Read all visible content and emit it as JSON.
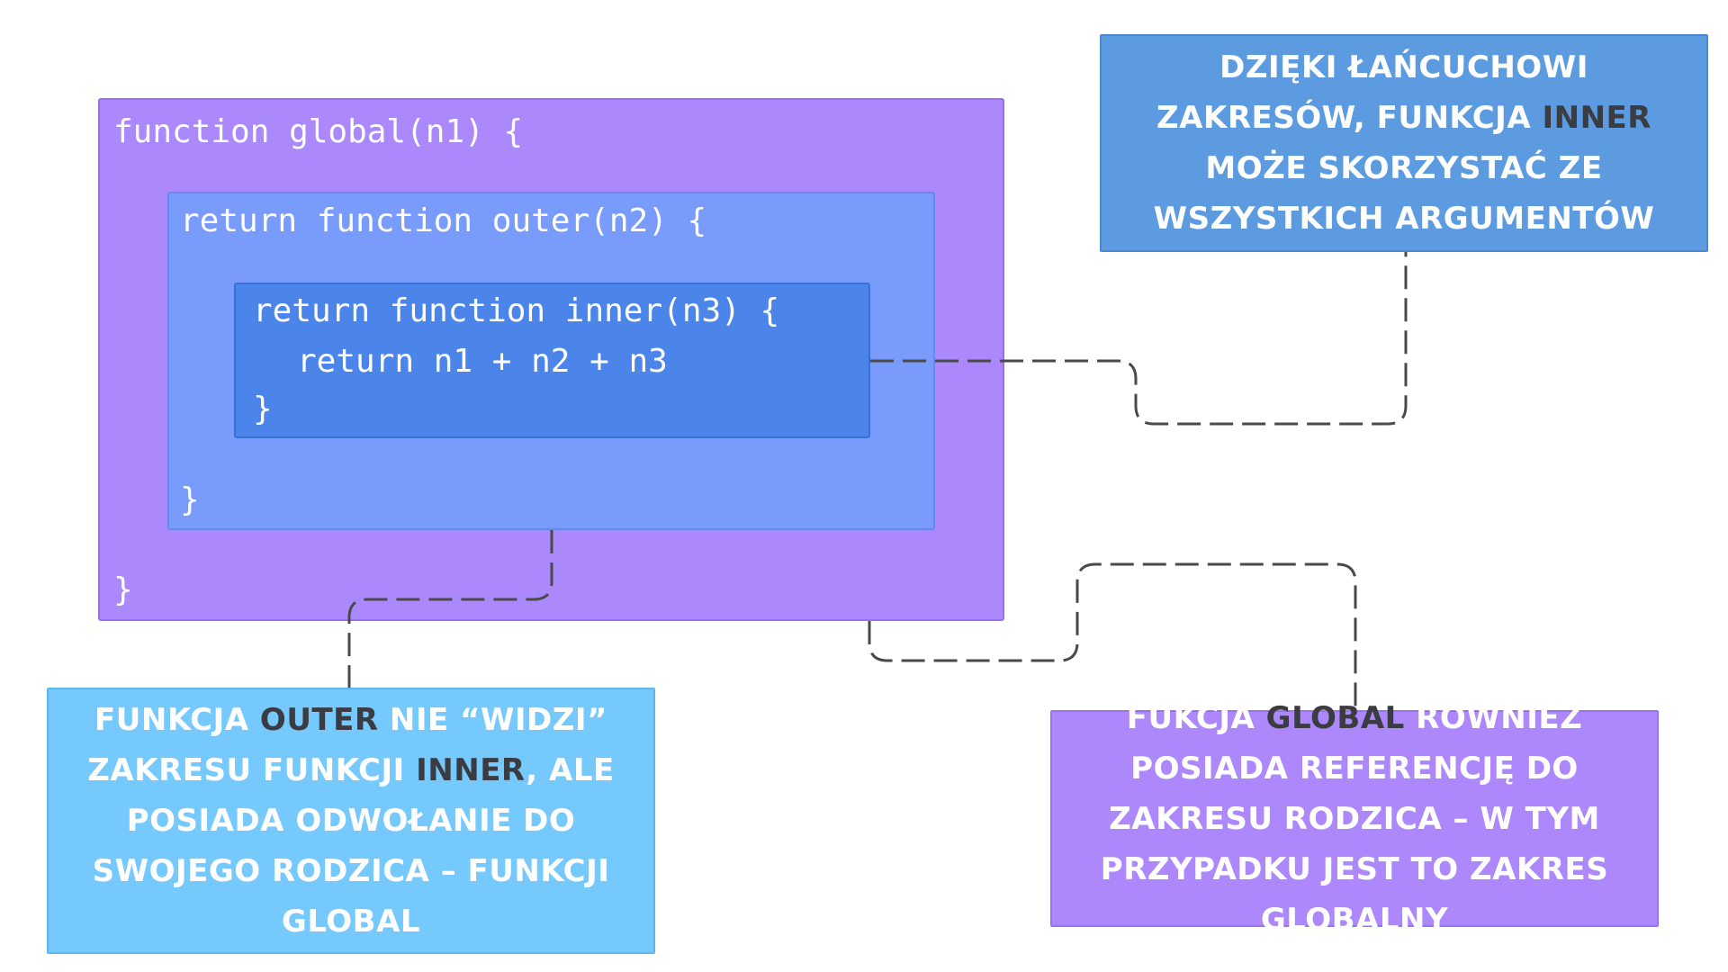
{
  "code": {
    "global_open": "function global(n1) {",
    "outer_open": "return function outer(n2) {",
    "inner_open": "return function inner(n3) {",
    "inner_body": "return n1 + n2 + n3",
    "inner_close": "}",
    "outer_close": "}",
    "global_close": "}"
  },
  "notes": {
    "top_right": {
      "before": "Dzięki łańcuchowi zakresów, funkcja ",
      "highlight": "inner",
      "after": " może skorzystać ze wszystkich argumentów"
    },
    "bottom_left": {
      "part1": "Funkcja ",
      "highlight1": "outer",
      "part2": " nie “widzi” zakresu funkcji ",
      "highlight2": "inner",
      "part3": ", ale posiada odwołanie do swojego rodzica – funkcji global"
    },
    "bottom_right": {
      "before": "Fukcja ",
      "highlight": "global",
      "after": " również posiada referencję do zakresu rodzica – w tym przypadku jest to zakres globalny"
    }
  },
  "colors": {
    "global_scope": "#ac88fd",
    "outer_scope": "#799bfb",
    "inner_scope": "#4b85ea",
    "note_top_right": "#5c9be0",
    "note_bottom_left": "#75c9fd",
    "note_bottom_right": "#ad88fd",
    "highlight_text": "#3b3b42",
    "connector": "#4a4a4a"
  }
}
